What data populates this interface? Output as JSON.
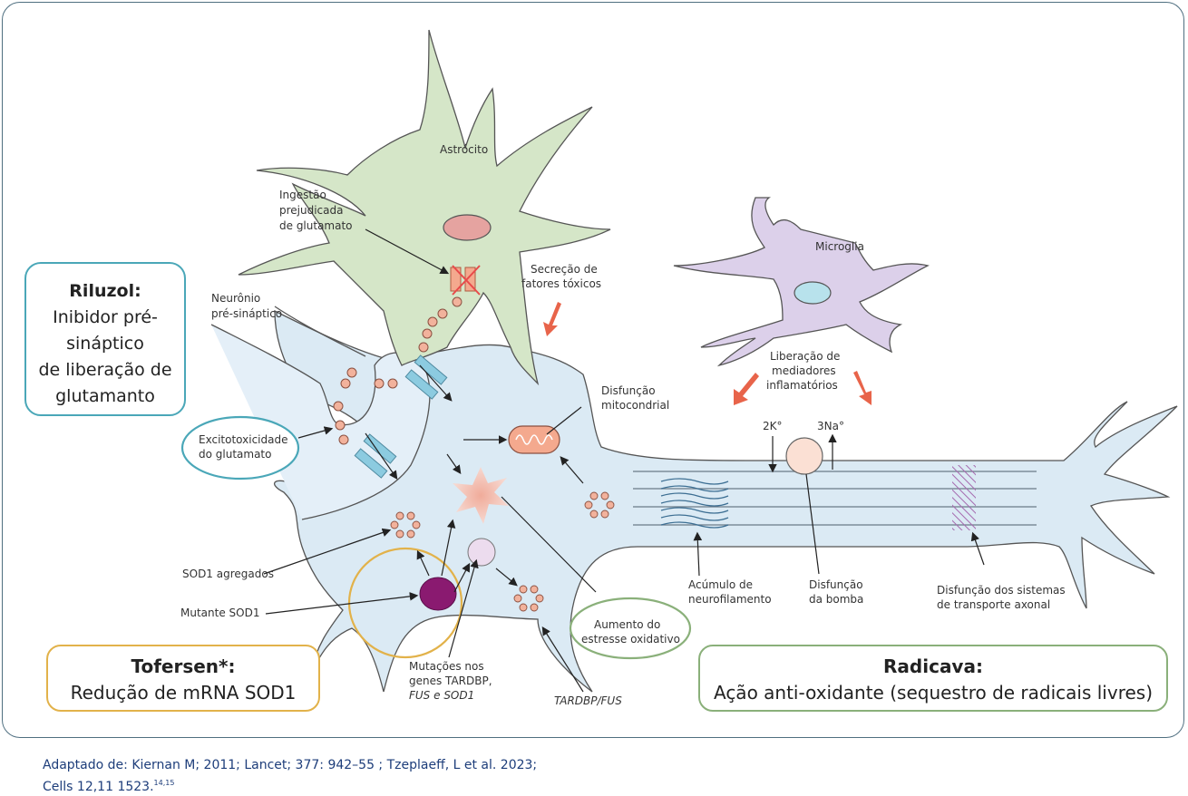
{
  "figure": {
    "cells": {
      "astrocyte": "Astrócito",
      "microglia": "Microglia",
      "presynaptic_neuron": [
        "Neurônio",
        "pré-sináptico"
      ]
    },
    "annotations": {
      "impaired_uptake": [
        "Ingestão",
        "prejudicada",
        "de glutamato"
      ],
      "toxic_secretion": [
        "Secreção de",
        "fatores tóxicos"
      ],
      "inflammatory_release": [
        "Liberação de",
        "mediadores",
        "inflamatórios"
      ],
      "mito_dysfunction": [
        "Disfunção",
        "mitocondrial"
      ],
      "excitotoxicity": [
        "Excitotoxicidade",
        "do glutamato"
      ],
      "sod1_aggregates": "SOD1 agregados",
      "mutant_sod1": "Mutante SOD1",
      "gene_mutations": [
        "Mutações nos",
        "genes TARDBP,",
        "FUS e SOD1"
      ],
      "tardbp_fus": "TARDBP/FUS",
      "oxidative_stress": [
        "Aumento do",
        "estresse oxidativo"
      ],
      "neurofilament": [
        "Acúmulo de",
        "neurofilamento"
      ],
      "pump_dysfunction": [
        "Disfunção",
        "da bomba"
      ],
      "axonal_transport": [
        "Disfunção dos sistemas",
        "de transporte axonal"
      ],
      "potassium": "2K°",
      "sodium": "3Na°"
    },
    "therapies": {
      "riluzol": {
        "title": "Riluzol:",
        "lines": [
          "Inibidor pré-",
          "sináptico",
          "de liberação de",
          "glutamanto"
        ]
      },
      "tofersen": {
        "title": "Tofersen*:",
        "lines": [
          "Redução de mRNA SOD1"
        ]
      },
      "radicava": {
        "title": "Radicava:",
        "lines": [
          "Ação anti-oxidante (sequestro de radicais livres)"
        ]
      }
    },
    "colors": {
      "frame": "#4f6f80",
      "riluzol_border": "#4aa7b8",
      "tofersen_border": "#e2b24a",
      "radicava_border": "#8ab07a",
      "astrocyte": "#d5e6c8",
      "microglia": "#dcd0ea",
      "neuron": "#dbeaf4",
      "arrow_red": "#e8644a",
      "vesicle": "#f2b29c",
      "footer_text": "#1d3d7a"
    }
  },
  "footer": {
    "line1": "Adaptado de: Kiernan M; 2011; Lancet; 377: 942–55 ; Tzeplaeff, L et al. 2023;",
    "line2": "Cells 12,11 1523.",
    "refs": "14,15"
  }
}
